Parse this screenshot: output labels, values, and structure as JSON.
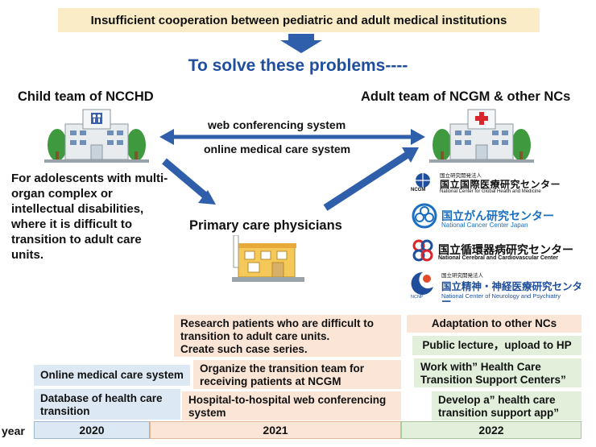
{
  "header": {
    "problem": "Insufficient cooperation between pediatric and adult medical institutions",
    "solve": "To solve these problems----"
  },
  "teams": {
    "child": "Child team of NCCHD",
    "adult": "Adult team of NCGM & other NCs",
    "primary": "Primary care physicians",
    "child_description": "For adolescents with multi-organ complex or intellectual disabilities, where it is difficult to transition to adult care units."
  },
  "links": {
    "web": "web conferencing system",
    "online": "online medical care system"
  },
  "institutions": [
    {
      "jp_small": "国立研究開発法人",
      "jp": "国立国際医療研究センター",
      "en": "National Center for Global Health and Medicine",
      "abbr": "NCGM"
    },
    {
      "jp_small": "",
      "jp": "国立がん研究センター",
      "en": "National Cancer Center Japan",
      "abbr": ""
    },
    {
      "jp_small": "",
      "jp": "国立循環器病研究センター",
      "en": "National Cerebral and Cardiovascular Center",
      "abbr": ""
    },
    {
      "jp_small": "国立研究開発法人",
      "jp": "国立精神・神経医療研究センター",
      "en": "National Center of Neurology and Psychiatry",
      "abbr": "NCNP"
    }
  ],
  "timeline": {
    "y2020": [
      "Online medical care system",
      "Database of health care transition"
    ],
    "y2021": [
      "Research patients who are difficult to transition to adult care units.\nCreate such case series.",
      "Organize the transition team for receiving patients at NCGM",
      "Hospital-to-hospital web conferencing system"
    ],
    "y2022": [
      "Adaptation to other NCs",
      "Public lecture，upload to HP",
      "Work with” Health Care Transition Support Centers”",
      "Develop a” health care transition support app”"
    ]
  },
  "years": {
    "label": "year",
    "items": [
      "2020",
      "2021",
      "2022"
    ]
  },
  "colors": {
    "banner": "#fbecc8",
    "solve_text": "#1f4e9c",
    "arrow": "#2f5fab",
    "year_2020": "#dce9f5",
    "year_2021": "#fbe5d6",
    "year_2022": "#e2efda"
  }
}
